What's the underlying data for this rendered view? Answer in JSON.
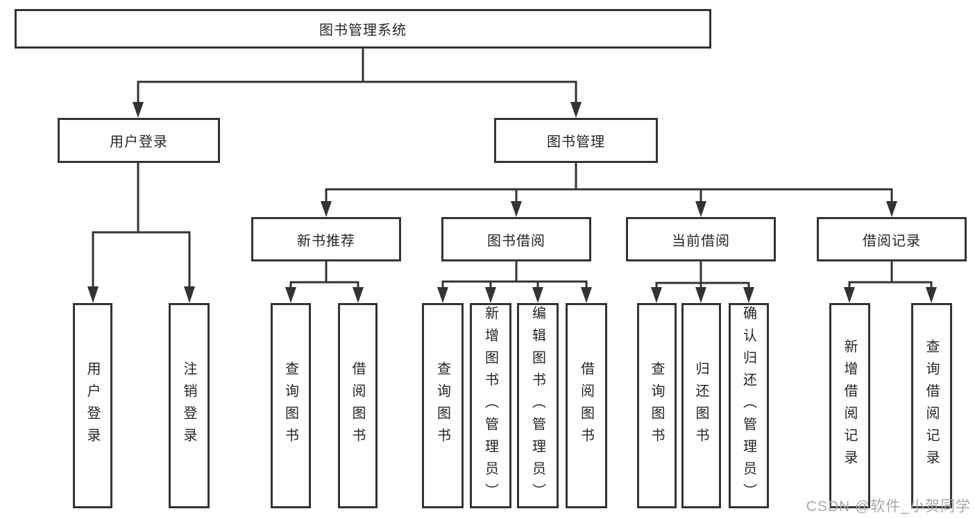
{
  "colors": {
    "line": "#333333",
    "text": "#262626",
    "watermark": "#a8a8a8",
    "background": "#ffffff"
  },
  "watermark": {
    "text": "CSDN @软件_小贺同学"
  },
  "tree": {
    "label": "图书管理系统",
    "children": [
      {
        "label": "用户登录",
        "children": [
          {
            "label": "用户登录"
          },
          {
            "label": "注销登录"
          }
        ]
      },
      {
        "label": "图书管理",
        "children": [
          {
            "label": "新书推荐",
            "children": [
              {
                "label": "查询图书"
              },
              {
                "label": "借阅图书"
              }
            ]
          },
          {
            "label": "图书借阅",
            "children": [
              {
                "label": "查询图书"
              },
              {
                "label": "新增图书（管理员）"
              },
              {
                "label": "编辑图书（管理员）"
              },
              {
                "label": "借阅图书"
              }
            ]
          },
          {
            "label": "当前借阅",
            "children": [
              {
                "label": "查询图书"
              },
              {
                "label": "归还图书"
              },
              {
                "label": "确认归还（管理员）"
              }
            ]
          },
          {
            "label": "借阅记录",
            "children": [
              {
                "label": "新增借阅记录"
              },
              {
                "label": "查询借阅记录"
              }
            ]
          }
        ]
      }
    ]
  }
}
